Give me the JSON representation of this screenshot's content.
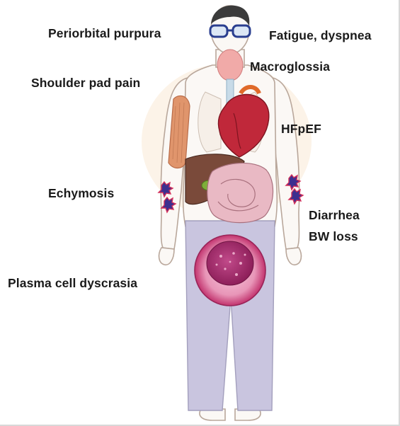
{
  "labels": {
    "periorbital_purpura": "Periorbital purpura",
    "fatigue_dyspnea": "Fatigue, dyspnea",
    "macroglossia": "Macroglossia",
    "shoulder_pad_pain": "Shoulder pad pain",
    "hfpef": "HFpEF",
    "echymosis": "Echymosis",
    "diarrhea": "Diarrhea",
    "bw_loss": "BW loss",
    "plasma_cell_dyscrasia": "Plasma cell dyscrasia"
  },
  "colors": {
    "skin_outline": "#b9a79b",
    "pants": "#c9c5df",
    "heart": "#c0283a",
    "liver": "#7a4a3a",
    "intestine": "#e9b9c4",
    "plasma_cell": "#c2336e",
    "bruise": "#3d2f8f",
    "text": "#1a1a1a"
  },
  "icons": [
    "glasses-icon",
    "bruise-icon"
  ]
}
